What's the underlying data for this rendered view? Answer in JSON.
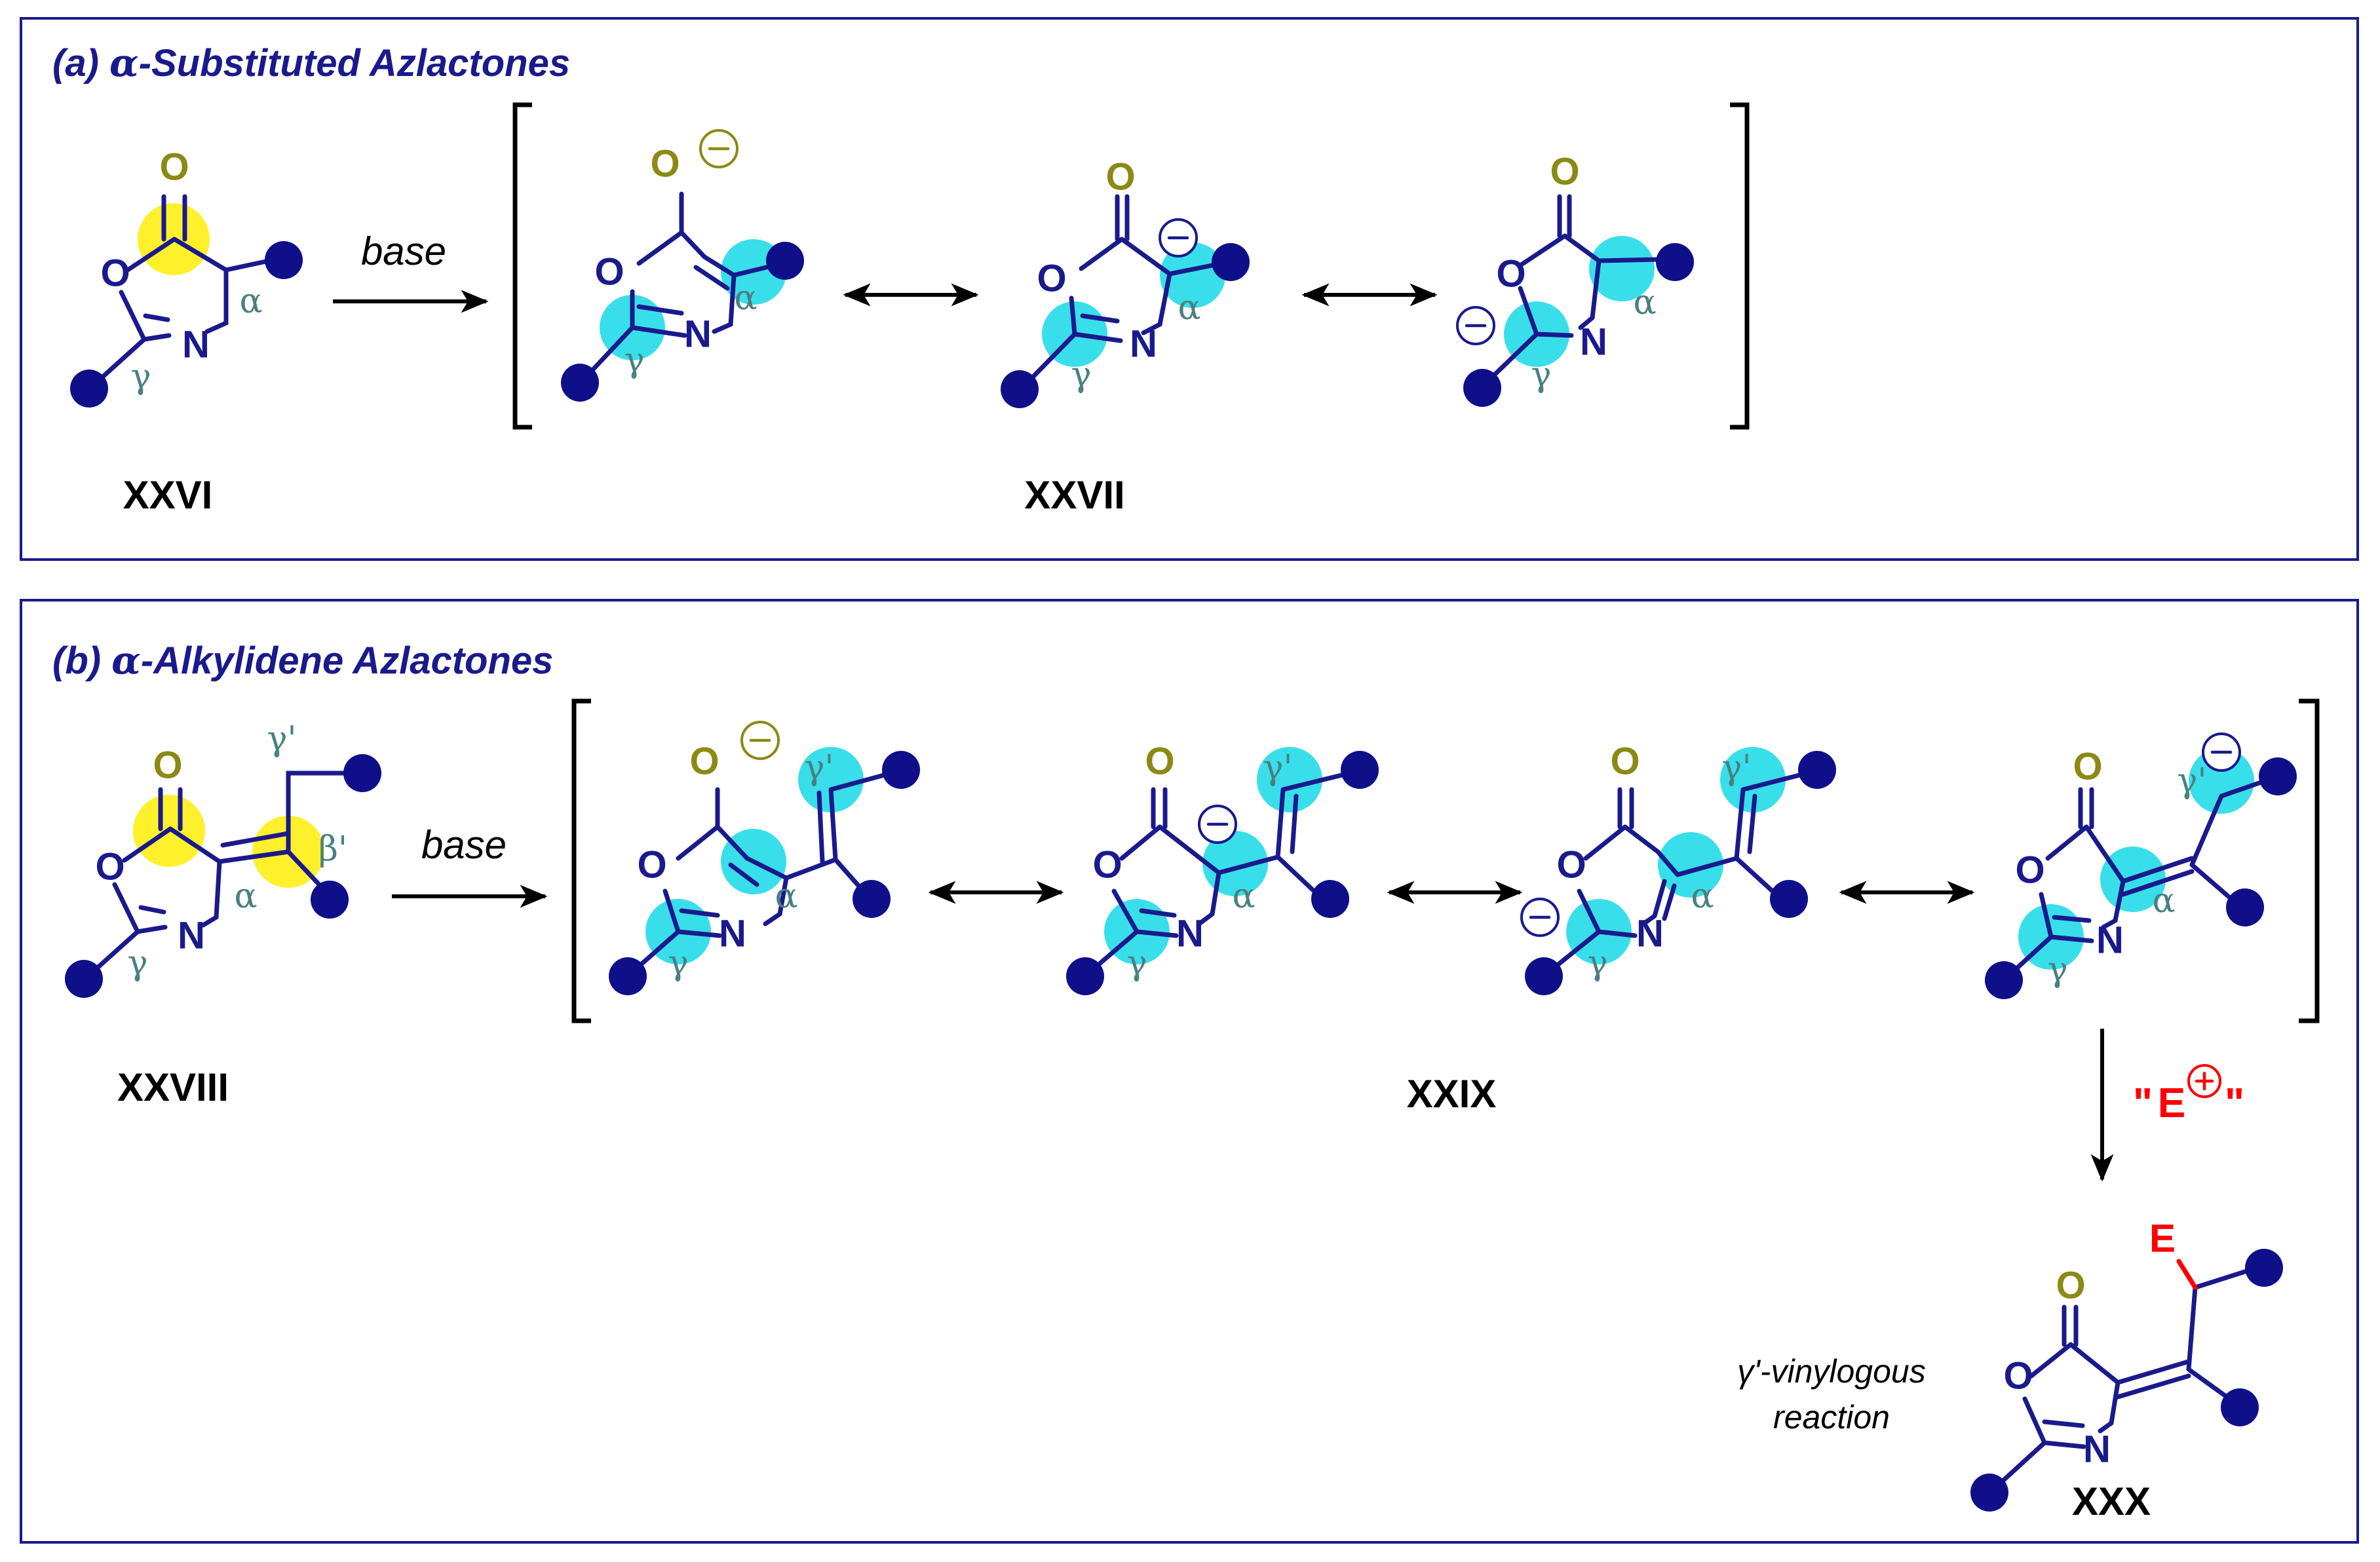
{
  "colors": {
    "frame": "#1a1a8c",
    "bond": "#1a1a8c",
    "carbonyl_oxygen": "#8a8a14",
    "substituent_dot": "#0f0f8a",
    "highlight_yellow": "#ffef1a",
    "highlight_cyan": "#22dbe8",
    "greek_label": "#4a8080",
    "electrophile": "#ff0000",
    "text": "#000000"
  },
  "atoms": {
    "ring_oxygen": "O",
    "carbonyl_oxygen": "O",
    "nitrogen": "N",
    "electrophile_atom": "E",
    "alpha": "α",
    "gamma": "γ",
    "beta_prime": "β'",
    "gamma_prime": "γ'"
  },
  "icons": {
    "charge_negative": "circled-minus-icon",
    "charge_positive": "circled-plus-icon",
    "equilibrium_arrow": "double-headed-arrow-icon",
    "reaction_arrow": "reaction-arrow-icon"
  },
  "panel_a": {
    "prefix": "(a) ",
    "alpha_symbol": "α",
    "title": "-Substituted Azlactones",
    "reagent": "base",
    "labels": {
      "start": "XXVI",
      "intermediate": "XXVII"
    }
  },
  "panel_b": {
    "prefix": "(b) ",
    "alpha_symbol": "α",
    "title": "-Alkylidene Azlactones",
    "reagent": "base",
    "labels": {
      "start": "XXVIII",
      "intermediate": "XXIX",
      "product": "XXX"
    },
    "electrophile": {
      "open_quote": "\"",
      "letter": "E",
      "close_quote": "\""
    },
    "note_line1": "γ'-vinylogous",
    "note_line2": "reaction"
  }
}
